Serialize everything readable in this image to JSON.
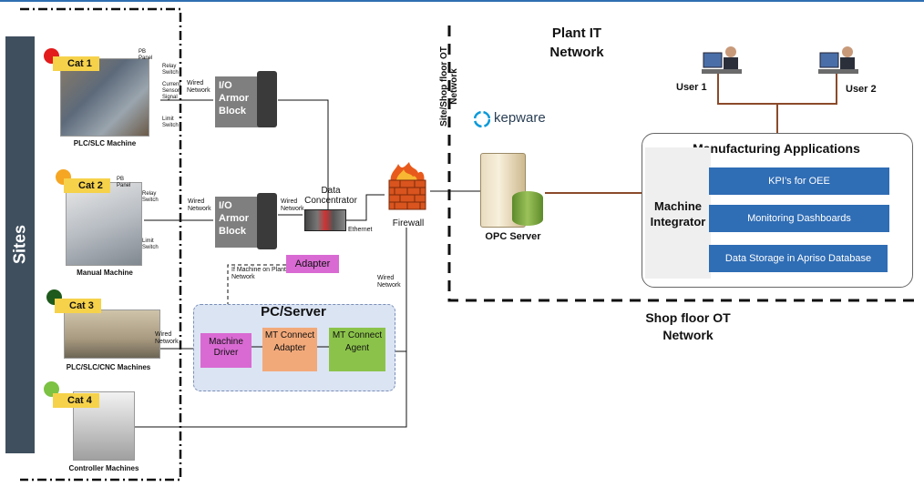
{
  "sites_label": "Sites",
  "categories": [
    {
      "label": "Cat 1",
      "color": "#e21b1b",
      "caption": "PLC/SLC Machine"
    },
    {
      "label": "Cat 2",
      "color": "#f5a623",
      "caption": "Manual  Machine"
    },
    {
      "label": "Cat 3",
      "color": "#1f5a1c",
      "caption": "PLC/SLC/CNC Machines"
    },
    {
      "label": "Cat 4",
      "color": "#7cc243",
      "caption": "Controller Machines"
    }
  ],
  "cat1_sensors": [
    "PB Panel",
    "Relay Switch",
    "Current Sensor Signal",
    "Limit Switch"
  ],
  "cat2_sensors": [
    "PB Panel",
    "Relay Switch",
    "Limit Switch"
  ],
  "io_block_label": "I/O Armor Block",
  "wired_network": "Wired Network",
  "data_concentrator": "Data Concentrator",
  "ethernet": "Ethernet",
  "firewall": "Firewall",
  "adapter": "Adapter",
  "if_machine": "If Machine on Plant Network",
  "pc_server": {
    "title": "PC/Server",
    "machine_driver": "Machine Driver",
    "mt_adapter": "MT Connect Adapter",
    "mt_agent": "MT Connect Agent"
  },
  "site_ot_network": "Site/Shop floor OT Network",
  "kepware": "kepware",
  "opc_server": "OPC Server",
  "plant_it_network": "Plant IT Network",
  "users": [
    "User 1",
    "User 2"
  ],
  "manufacturing": {
    "title": "Manufacturing Applications",
    "integrator": "Machine Integrator",
    "apps": [
      "KPI’s for OEE",
      "Monitoring Dashboards",
      "Data Storage in Apriso Database"
    ]
  },
  "shop_floor_ot_network": "Shop floor OT Network",
  "colors": {
    "blue": "#2f6db5",
    "pink": "#d96ad3",
    "orange": "#f2a97a",
    "green": "#8bc34a",
    "grey_box": "#7f7f7f",
    "sites_bar": "#3f4f5e"
  }
}
